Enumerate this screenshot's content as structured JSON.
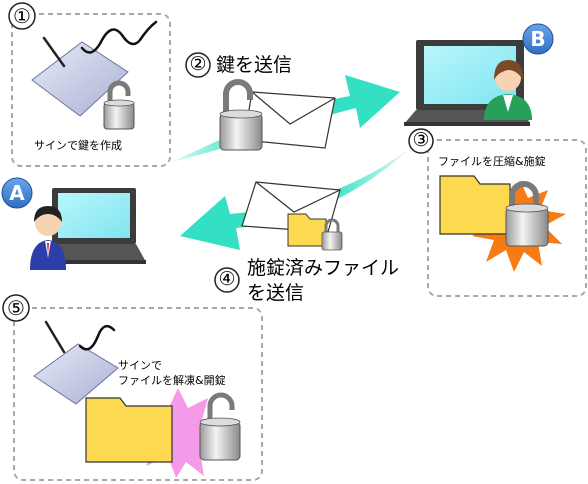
{
  "steps": {
    "s1": {
      "number": "①",
      "caption": "サインで鍵を作成"
    },
    "s2": {
      "number": "②",
      "caption": "鍵を送信"
    },
    "s3": {
      "number": "③",
      "caption": "ファイルを圧縮&施錠"
    },
    "s4": {
      "number": "④",
      "caption_line1": "施錠済みファイル",
      "caption_line2": "を送信"
    },
    "s5": {
      "number": "⑤",
      "caption_line1": "サインで",
      "caption_line2": "ファイルを解凍&開錠"
    }
  },
  "people": {
    "a": {
      "badge": "A",
      "color": "#3d7fd1"
    },
    "b": {
      "badge": "B",
      "color": "#3d7fd1"
    }
  },
  "colors": {
    "arrow": "#33e0c4",
    "folder": "#fdd94f",
    "burst_orange": "#f77a14",
    "burst_pink": "#f59ae8",
    "pad": "#c8cde6",
    "screen": "#9ff0f8",
    "dashed": "#a8a8a8"
  }
}
